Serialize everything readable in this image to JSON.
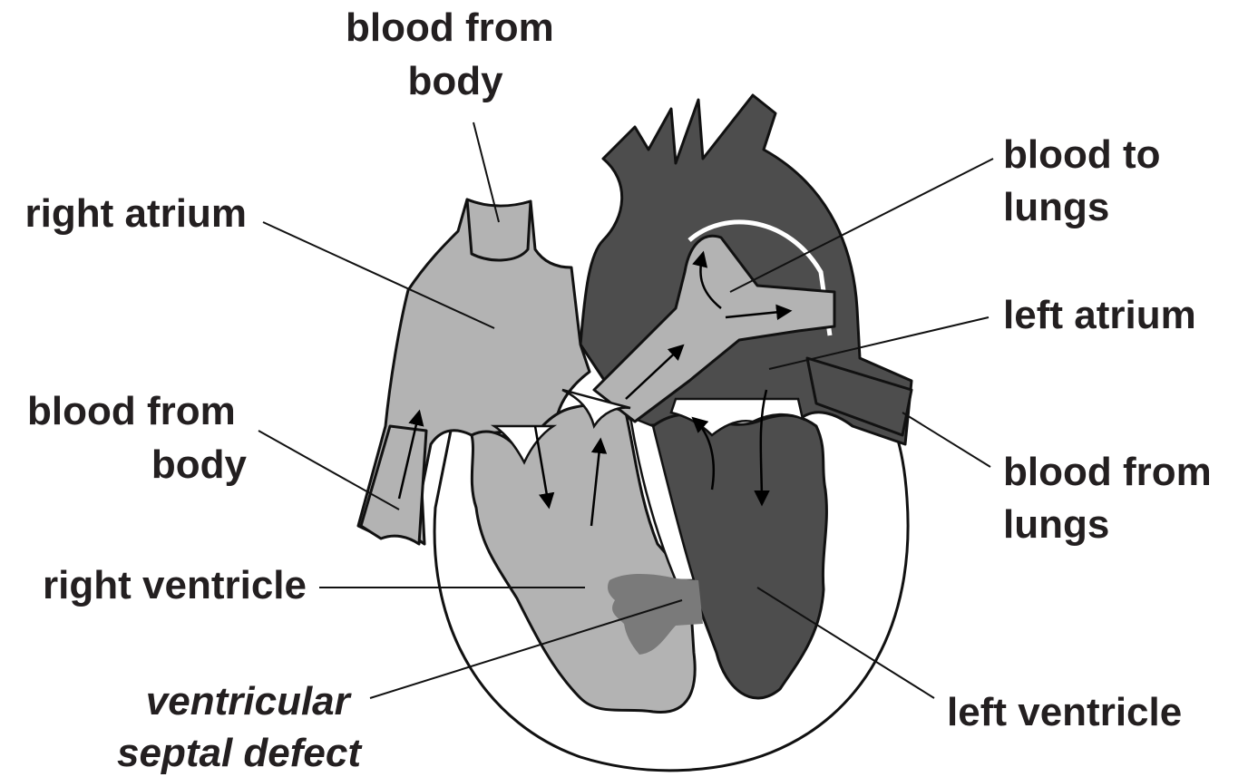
{
  "labels": {
    "blood_from_body_top": [
      "blood from",
      "body"
    ],
    "right_atrium": [
      "right atrium"
    ],
    "blood_from_body_left": [
      "blood from",
      "body"
    ],
    "right_ventricle": [
      "right ventricle"
    ],
    "vsd": [
      "ventricular",
      "septal defect"
    ],
    "blood_to_lungs": [
      "blood to",
      "lungs"
    ],
    "left_atrium": [
      "left atrium"
    ],
    "blood_from_lungs": [
      "blood from",
      "lungs"
    ],
    "left_ventricle": [
      "left ventricle"
    ]
  },
  "colors": {
    "oxygen_poor_blood": "#b3b3b3",
    "oxygen_rich_blood": "#4d4d4d",
    "mixed_blood_defect": "#7a7a7a",
    "outline": "#111111",
    "text": "#231f20"
  }
}
